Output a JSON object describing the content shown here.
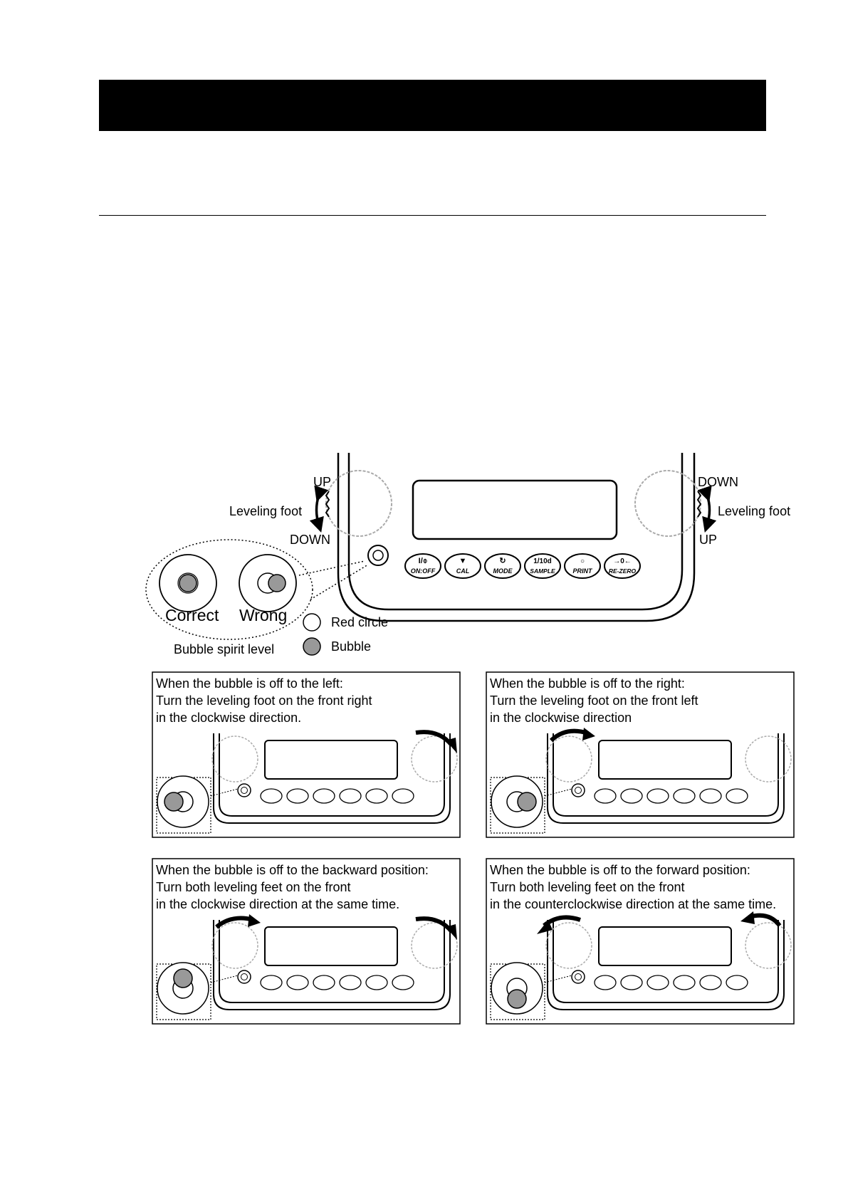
{
  "overview": {
    "up_left": "UP",
    "down_left": "DOWN",
    "leveling_foot_left": "Leveling foot",
    "down_right": "DOWN",
    "up_right": "UP",
    "leveling_foot_right": "Leveling foot",
    "correct": "Correct",
    "wrong": "Wrong",
    "red_circle": "Red circle",
    "bubble": "Bubble",
    "bubble_spirit_level": "Bubble spirit level"
  },
  "keys": [
    {
      "top": "I/⌽",
      "bottom": "ON:OFF"
    },
    {
      "top": "▼",
      "bottom": "CAL"
    },
    {
      "top": "↻",
      "bottom": "MODE"
    },
    {
      "top": "1/10d",
      "bottom": "SAMPLE"
    },
    {
      "top": "○",
      "bottom": "PRINT"
    },
    {
      "top": "→0←",
      "bottom": "RE-ZERO"
    }
  ],
  "panels": [
    {
      "line1": "When the bubble is off to the left:",
      "line2": "Turn the leveling foot on the front right",
      "line3": " in the clockwise direction."
    },
    {
      "line1": "When the bubble is off to the right:",
      "line2": "Turn the leveling foot on the front left",
      "line3": " in the clockwise direction"
    },
    {
      "line1": "When the bubble is off to the backward position:",
      "line2": "Turn both leveling feet on the front",
      "line3": " in the clockwise direction at the same time."
    },
    {
      "line1": "When the bubble is off to the forward position:",
      "line2": "Turn both leveling feet on the front",
      "line3": " in the counterclockwise direction at the same time."
    }
  ]
}
